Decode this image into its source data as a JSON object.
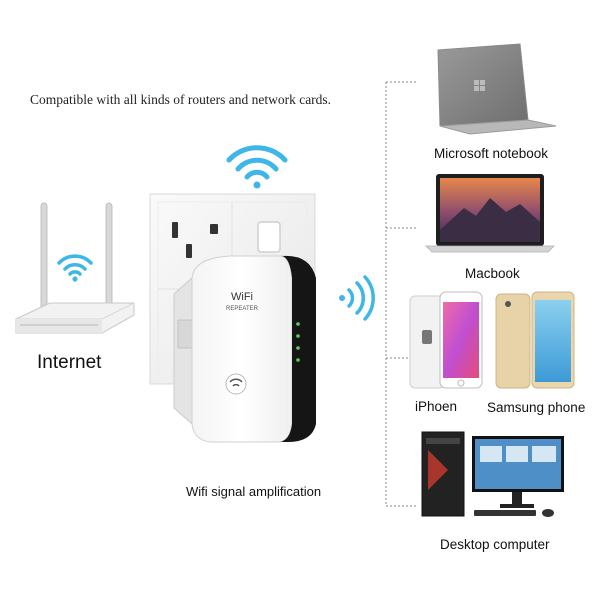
{
  "headline": "Compatible with all kinds of routers and network cards.",
  "labels": {
    "internet": "Internet",
    "amplifier": "Wifi signal amplification",
    "ms_notebook": "Microsoft notebook",
    "macbook": "Macbook",
    "iphone": "iPhoen",
    "samsung": "Samsung phone",
    "desktop": "Desktop computer"
  },
  "device_text": {
    "brand": "WiFi",
    "model": "REPEATER"
  },
  "colors": {
    "wifi_blue": "#3fb6ea",
    "dotted_line": "#888888"
  }
}
